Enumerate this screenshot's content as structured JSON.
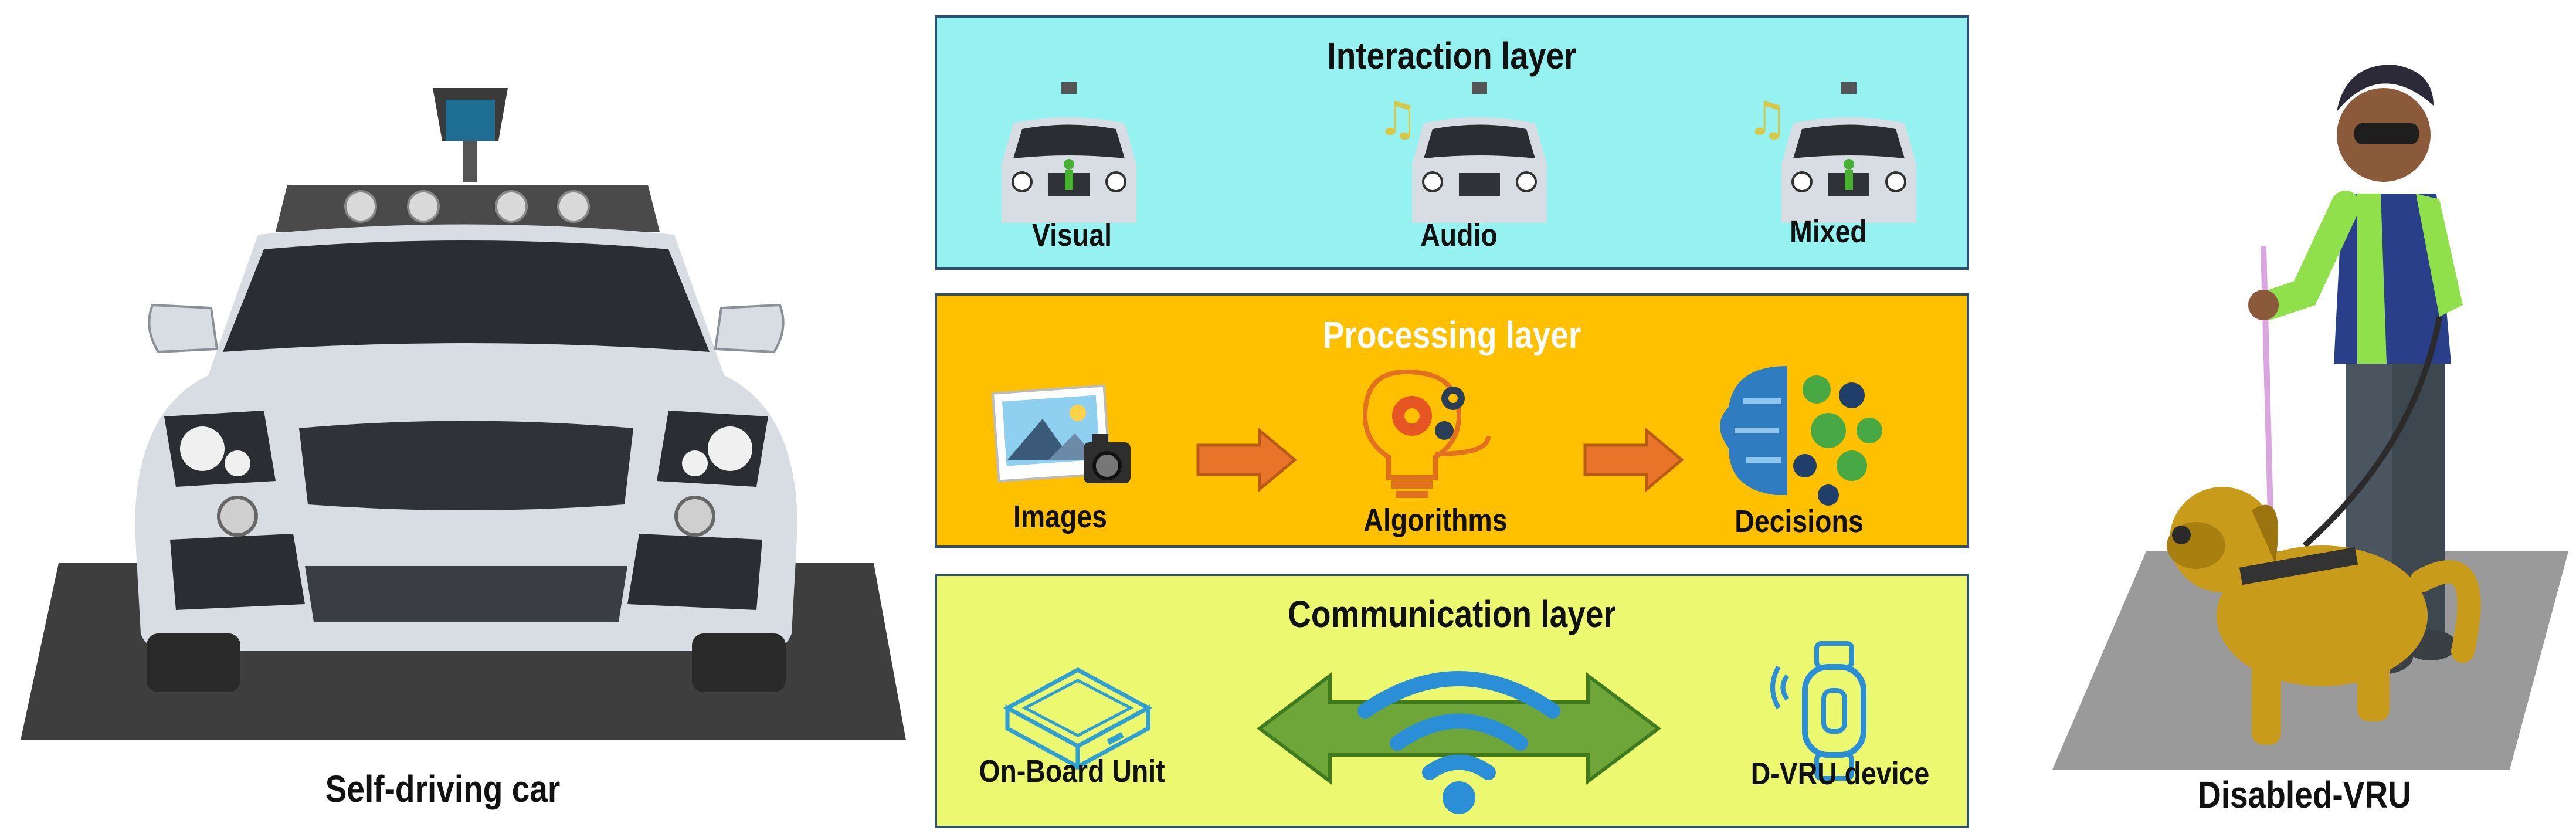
{
  "left": {
    "caption": "Self-driving car"
  },
  "right": {
    "caption": "Disabled-VRU"
  },
  "layers": {
    "interaction": {
      "title": "Interaction layer",
      "color": "#95F2F0",
      "items": [
        "Visual",
        "Audio",
        "Mixed"
      ]
    },
    "processing": {
      "title": "Processing layer",
      "color": "#FFC000",
      "title_color": "#FFFFFF",
      "items": [
        "Images",
        "Algorithms",
        "Decisions"
      ]
    },
    "communication": {
      "title": "Communication layer",
      "color": "#EBF870",
      "items": [
        "On-Board Unit",
        "D-VRU device"
      ]
    }
  },
  "icons": {
    "car": "self-driving-car-illustration",
    "person": "blind-person-with-guide-dog",
    "obu": "on-board-unit-box-icon",
    "wifi": "wireless-signal-icon",
    "watch": "smartwatch-icon",
    "arrows": "bidirectional-arrow-icon",
    "images": "photo-and-camera-icon",
    "algorithms": "lightbulb-gears-icon",
    "decisions": "brain-gears-icon"
  }
}
